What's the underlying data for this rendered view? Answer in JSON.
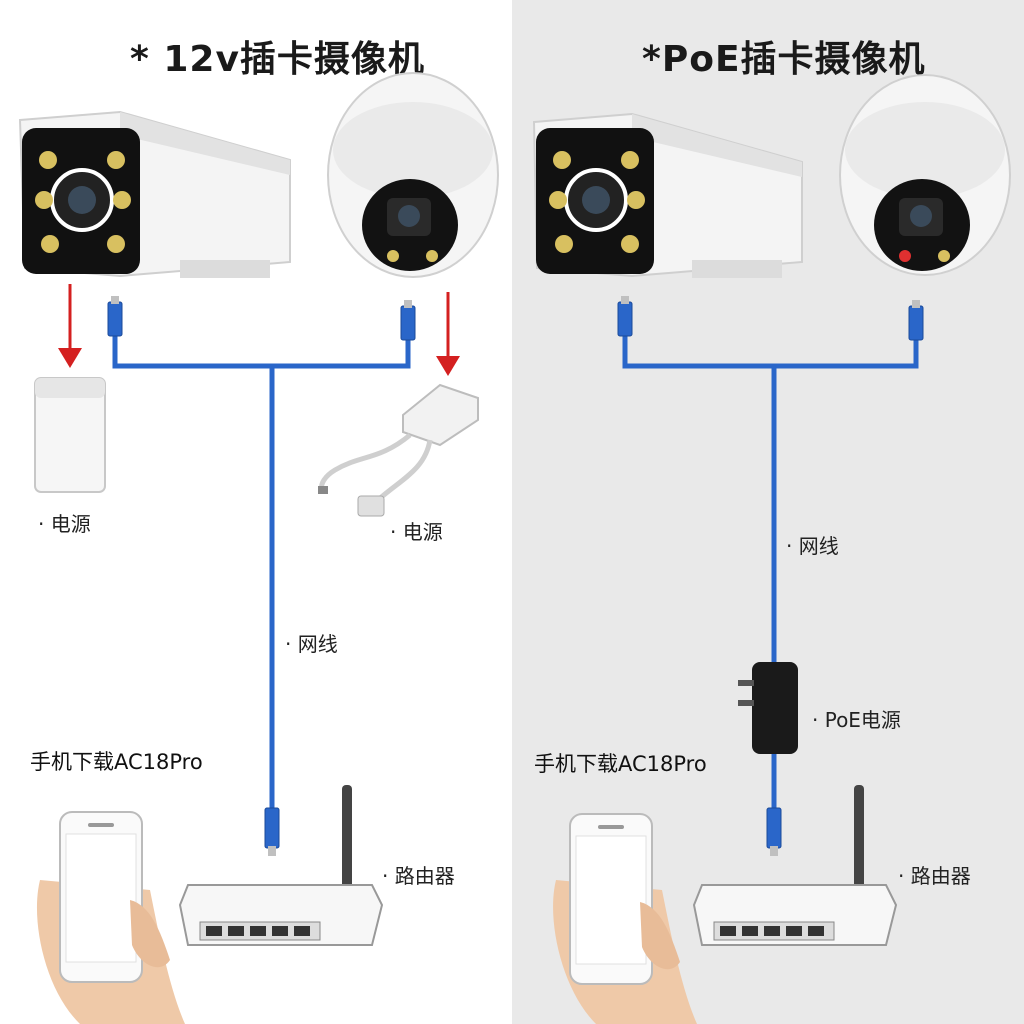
{
  "left": {
    "title": "* 12v插卡摄像机",
    "power_label_1": "· 电源",
    "power_label_2": "· 电源",
    "cable_label": "· 网线",
    "app_label": "手机下载AC18Pro",
    "router_label": "· 路由器"
  },
  "right": {
    "title": "*PoE插卡摄像机",
    "cable_label": "· 网线",
    "poe_label": "· PoE电源",
    "app_label": "手机下载AC18Pro",
    "router_label": "· 路由器"
  },
  "colors": {
    "cable": "#2a66c9",
    "arrow": "#d42020",
    "right_bg": "#e9e9e9"
  }
}
